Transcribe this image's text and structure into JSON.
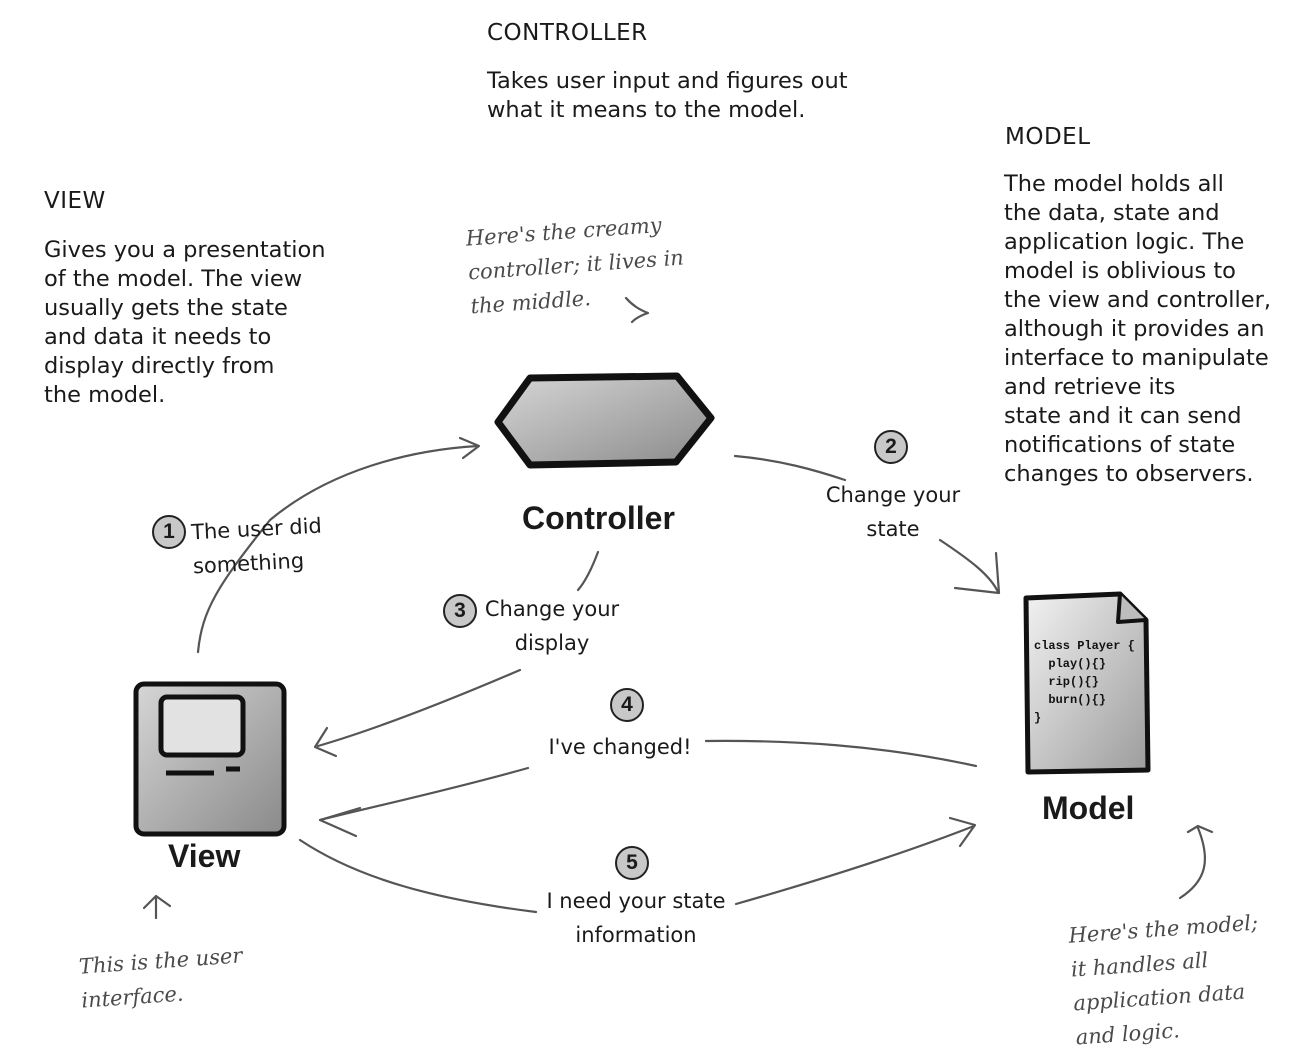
{
  "controller": {
    "heading": "CONTROLLER",
    "description": "Takes user input and figures out\nwhat it means to the model.",
    "label": "Controller",
    "note": "Here's the creamy\ncontroller; it lives in\nthe middle."
  },
  "view": {
    "heading": "VIEW",
    "description": "Gives you a presentation\nof the model. The view\nusually gets the state\nand data it needs to\ndisplay directly from\nthe model.",
    "label": "View",
    "note": "This is the user\ninterface."
  },
  "model": {
    "heading": "MODEL",
    "description": "The model holds all\nthe data, state and\napplication logic.  The\nmodel is oblivious to\nthe view and controller,\nalthough it provides an\ninterface to manipulate\nand retrieve its\nstate and it can send\nnotifications of state\nchanges to observers.",
    "label": "Model",
    "note": "Here's the model;\nit handles all\napplication data\nand logic.",
    "code": "class Player {\n  play(){}\n  rip(){}\n  burn(){}\n}"
  },
  "steps": [
    {
      "number": "1",
      "text": "The user did\nsomething"
    },
    {
      "number": "2",
      "text": "Change your\nstate"
    },
    {
      "number": "3",
      "text": "Change your\ndisplay"
    },
    {
      "number": "4",
      "text": "I've changed!"
    },
    {
      "number": "5",
      "text": "I need your state\ninformation"
    }
  ]
}
